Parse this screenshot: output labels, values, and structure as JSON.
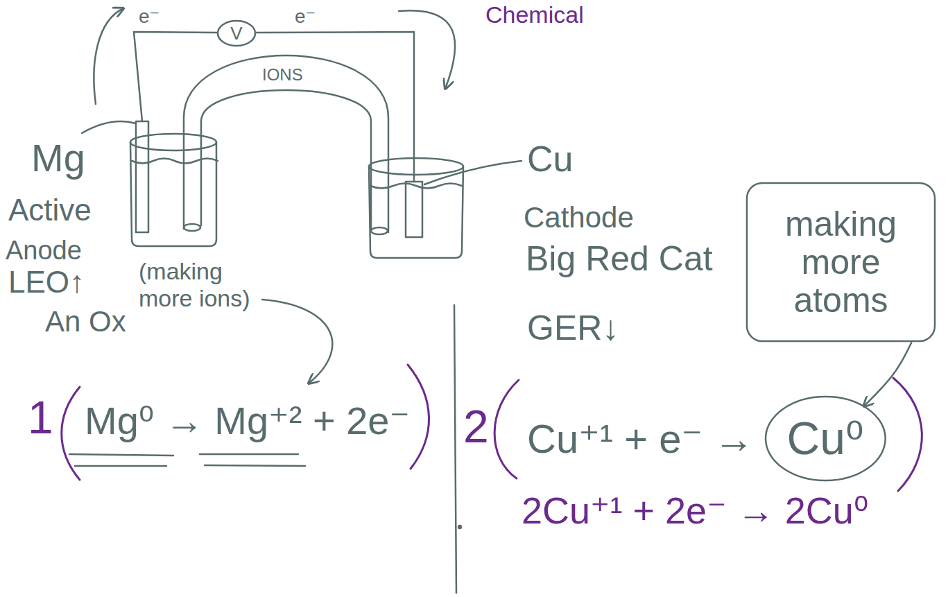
{
  "diagram": {
    "title": "Chemical",
    "nodes": [
      {
        "text": [
          "V"
        ]
      },
      {
        "text": [
          "making more atoms"
        ]
      },
      {
        "text": [
          "Cu⁰"
        ]
      }
    ],
    "edges": [
      {
        "from": 1,
        "to": 2,
        "arrow": "to"
      }
    ],
    "labels": [
      "e⁻",
      "e⁻",
      "IONS",
      "Mg",
      "Active",
      "Anode",
      "LEO↑",
      "An Ox",
      "(making more ions)",
      "Cu",
      "Cathode",
      "Big Red Cat",
      "GER↓",
      "1",
      "Mg⁰ → Mg⁺² + 2e⁻",
      "2",
      "Cu⁺¹ + e⁻ →",
      "2Cu⁺¹ + 2e⁻ → 2Cu⁰"
    ]
  }
}
